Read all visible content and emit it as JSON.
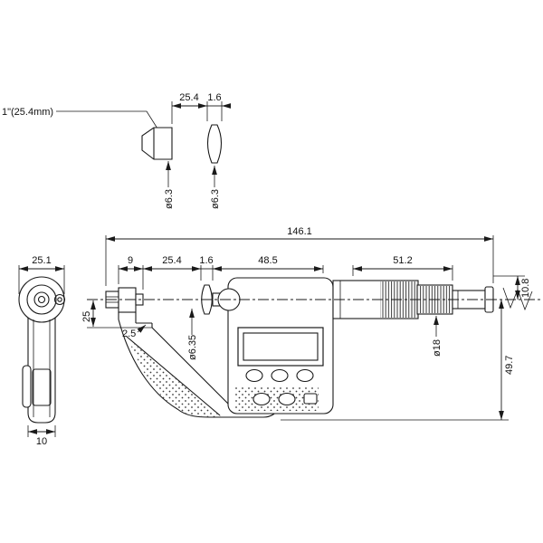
{
  "page": {
    "background": "#ffffff",
    "line_color": "#1a1a1a"
  },
  "detail_view": {
    "note": "1\"(25.4mm)",
    "dims": {
      "gap": "25.4",
      "tip_thickness": "1.6",
      "spindle_dia": "ø6.3",
      "anvil_dia": "ø6.3"
    }
  },
  "main_view": {
    "dims": {
      "overall_length": "146.1",
      "frame_side_width": "25.1",
      "anvil_projection": "9",
      "measuring_gap": "25.4",
      "tip_thickness": "1.6",
      "body_length": "48.5",
      "thimble_length": "51.2",
      "axis_to_top": "10.8",
      "axis_to_bottom": "49.7",
      "throat_depth": "25",
      "anvil_step": "2.5",
      "spindle_dia": "ø6.35",
      "ratchet_dia": "ø18",
      "frame_thickness": "10"
    }
  }
}
